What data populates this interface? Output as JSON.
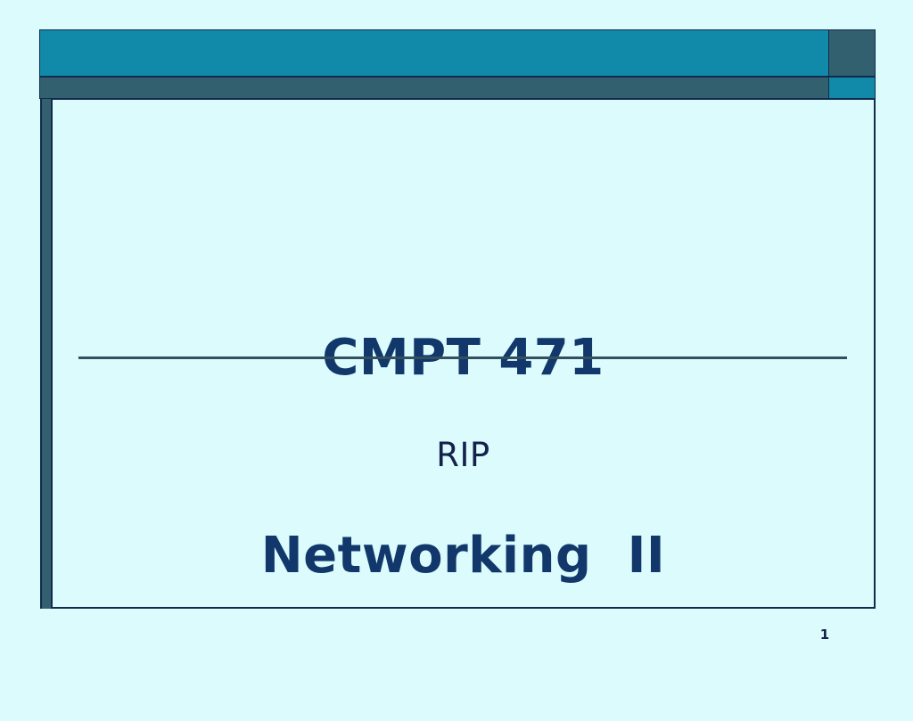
{
  "slide": {
    "title_lines": [
      "CMPT 471",
      "Networking  II"
    ],
    "subtitle": "RIP",
    "slide_number": "1",
    "colors": {
      "background": "#dbfbfd",
      "banner_bright_teal": "#1189a8",
      "banner_dark_slate": "#33606e",
      "outline_navy": "#132a4e",
      "title_text": "#12386b",
      "subtitle_text": "#14214a",
      "divider": "#33505e"
    }
  }
}
